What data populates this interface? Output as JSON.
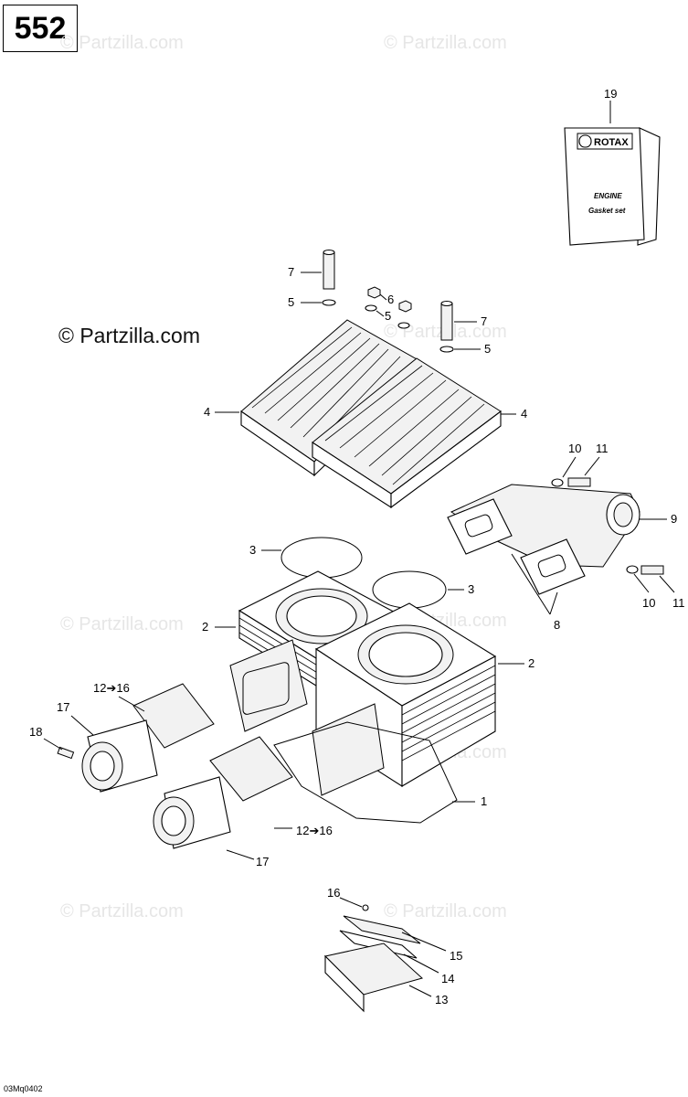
{
  "page_number": "552",
  "watermarks": [
    "© Partzilla.com",
    "© Partzilla.com",
    "© Partzilla.com",
    "© Partzilla.com",
    "© Partzilla.com",
    "© Partzilla.com",
    "© Partzilla.com",
    "© Partzilla.com"
  ],
  "watermark_dark": "© Partzilla.com",
  "diagram_code": "03Mq0402",
  "booklet": {
    "brand": "ROTAX",
    "line1": "ENGINE",
    "line2": "Gasket set"
  },
  "callouts": [
    "19",
    "7",
    "5",
    "6",
    "5",
    "7",
    "5",
    "4",
    "4",
    "10",
    "11",
    "9",
    "10",
    "11",
    "3",
    "3",
    "8",
    "2",
    "2",
    "12➔16",
    "17",
    "18",
    "1",
    "12➔16",
    "17",
    "16",
    "15",
    "14",
    "13"
  ]
}
